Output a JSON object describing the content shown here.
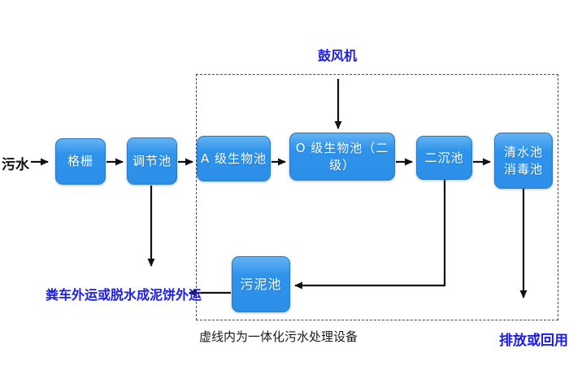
{
  "diagram": {
    "source_label": "污水",
    "blower_label": "鼓风机",
    "nodes": {
      "grid": "格栅",
      "regulating_tank": "调节池",
      "a_bio_tank": "A 级生物池",
      "o_bio_tank": "O 级生物池（二级）",
      "secondary_sedimentation_tank": "二沉池",
      "clear_water_tank_line1": "清水池",
      "clear_water_tank_line2": "消毒池",
      "sludge_tank": "污泥池"
    },
    "labels": {
      "sludge_disposal": "粪车外运或脱水成泥饼外运",
      "discharge_or_reuse": "排放或回用",
      "dashed_box_caption": "虚线内为一体化污水处理设备"
    },
    "colors": {
      "box_fill": "#2E93EA",
      "box_highlight": "#64B3F2",
      "box_border": "#2979C8",
      "box_text": "#FFFFFF",
      "blue_label": "#1C1CE8",
      "black_text": "#1A1A1A",
      "arrow": "#111111",
      "dashed_border": "#4A4A4A",
      "background": "#FFFFFF"
    }
  }
}
